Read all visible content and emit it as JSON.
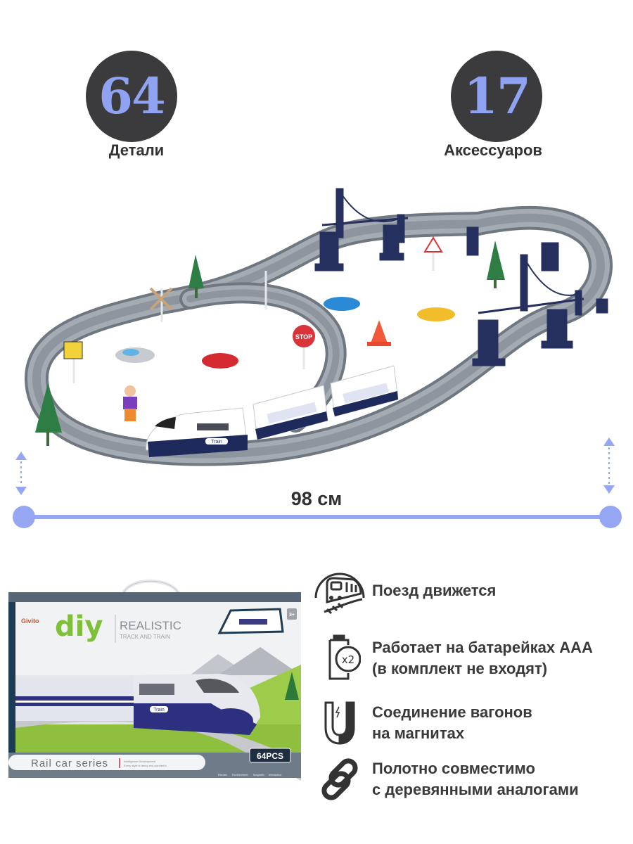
{
  "stats": [
    {
      "number": "64",
      "label": "Детали"
    },
    {
      "number": "17",
      "label": "Аксессуаров"
    }
  ],
  "scene": {
    "description": "Figure-eight toy railway with two suspension bridges, electric train with two carriages, toy cars, signs and trees",
    "sign_stop": "STOP",
    "train_label": "Train"
  },
  "dimension": {
    "label": "98 см",
    "color": "#95a6f2"
  },
  "box": {
    "brand": "Givito",
    "logo": "diy",
    "title_line1": "REALISTIC",
    "title_line2": "TRACK AND TRAIN",
    "age_badge": "3+",
    "train_label": "Train",
    "series": "Rail car series",
    "series_subtext_line1": "Intelligence Development",
    "series_subtext_line2": "Every style is fancy and wonderful",
    "pcs_badge": "64PCS",
    "bottom_icons": [
      "Electric",
      "Environment",
      "Magnetic",
      "Interactive"
    ],
    "logo_color": "#7fbf3a"
  },
  "features": [
    {
      "icon": "train-icon",
      "lines": [
        "Поезд движется"
      ]
    },
    {
      "icon": "battery-icon",
      "lines": [
        "Работает на батарейках ААА",
        "(в комплект не входят)"
      ]
    },
    {
      "icon": "magnet-icon",
      "lines": [
        "Соединение вагонов",
        "на магнитах"
      ]
    },
    {
      "icon": "link-icon",
      "lines": [
        "Полотно совместимо",
        "с деревянными аналогами"
      ]
    }
  ],
  "colors": {
    "circle_bg": "#3b3b3d",
    "accent": "#8fa3f2",
    "text": "#333333",
    "track": "#8b939c",
    "bridge": "#26305f"
  }
}
